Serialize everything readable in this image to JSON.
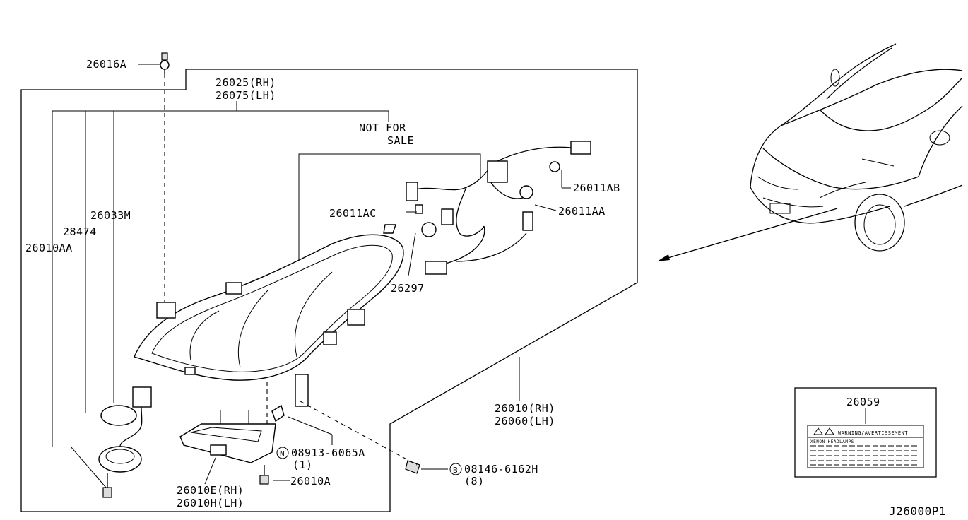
{
  "labels": {
    "bolt_top": "26016A",
    "housing_rh": "26025(RH)",
    "housing_lh": "26075(LH)",
    "not_for_sale_1": "NOT FOR",
    "not_for_sale_2": "SALE",
    "bulb_ab": "26011AB",
    "bulb_ac": "26011AC",
    "bulb_aa": "26011AA",
    "harness": "26297",
    "seal": "26033M",
    "socket": "28474",
    "screw_left": "26010AA",
    "headlamp_rh": "26010(RH)",
    "headlamp_lh": "26060(LH)",
    "nut_part": "08913-6065A",
    "nut_qty": "(1)",
    "nut_marker": "N",
    "bolt_part": "08146-6162H",
    "bolt_qty": "(8)",
    "bolt_marker": "B",
    "ballast_screw": "26010A",
    "ballast_rh": "26010E(RH)",
    "ballast_lh": "26010H(LH)",
    "caution_label": "26059",
    "caution_text": "WARNING/AVERTISSEMENT",
    "caution_sub": "XENON HEADLAMPS",
    "diagram_id": "J26000P1"
  },
  "icons": {
    "car": "vehicle-front-view-icon",
    "headlamp": "headlamp-assembly-icon",
    "warning": "warning-triangle-icon"
  }
}
